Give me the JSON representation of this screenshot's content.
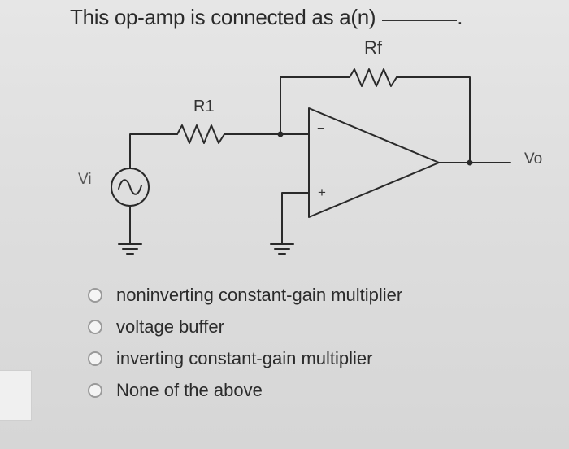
{
  "question": {
    "text": "This op-amp is connected as a(n)",
    "blank_suffix": "."
  },
  "circuit": {
    "label_rf": "Rf",
    "label_r1": "R1",
    "label_vi": "Vi",
    "label_vo": "Vo",
    "label_minus": "−",
    "label_plus": "+"
  },
  "options": [
    {
      "label": "noninverting constant-gain multiplier",
      "selected": false
    },
    {
      "label": "voltage buffer",
      "selected": false
    },
    {
      "label": "inverting constant-gain multiplier",
      "selected": false
    },
    {
      "label": "None of the above",
      "selected": false
    }
  ]
}
